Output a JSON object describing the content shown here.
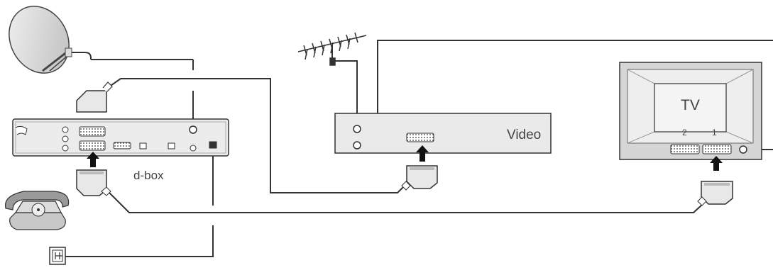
{
  "labels": {
    "dbox": "d-box",
    "video": "Video",
    "tv": "TV",
    "tv_scart_2": "2",
    "tv_scart_1": "1"
  },
  "icons": [
    "satellite-dish-icon",
    "antenna-icon",
    "telephone-icon",
    "wall-socket-icon",
    "arrow-up-icon"
  ],
  "colors": {
    "cable": "#333333",
    "panel_fill": "#d3d3d3",
    "device_fill": "#e4e4e4",
    "text": "#444444"
  }
}
